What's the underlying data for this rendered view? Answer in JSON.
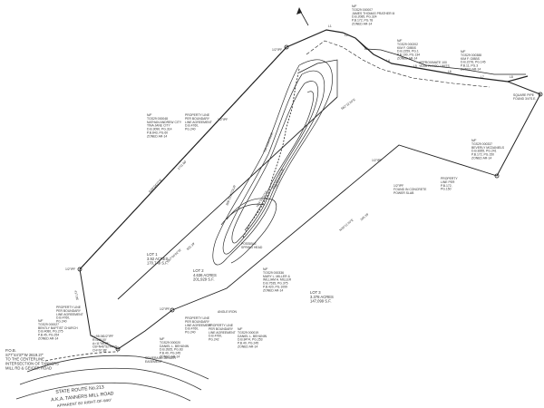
{
  "parcels": {
    "prather": {
      "lines": [
        "N/F",
        "TGS29 000007",
        "JAMES THOMAS PRATHER III",
        "D.B.2085, PG.324",
        "P.B.172, PG.78",
        "ZONED AR-14"
      ]
    },
    "center_owner": {
      "lines": [
        "N/F",
        "TGS29 000202",
        "KIM F. GIBBS",
        "D.B.2259, PG.1",
        "P.B.190, PG.134",
        "ZONED AR-14"
      ]
    },
    "right_owner": {
      "lines": [
        "N/F",
        "TGS29 000388",
        "KIM F. GIBBS",
        "D.B.2276, PG.145",
        "P.B.11, PG.3",
        "ZONED AR-14"
      ]
    },
    "left_owner": {
      "lines": [
        "N/F",
        "TGS29 000048",
        "NATHAN ANDREW CITY",
        "TINA JANE CITY",
        "D.B.3090, PG.314",
        "P.B.843, PG.60",
        "ZONED AR-14"
      ]
    },
    "mcdaniel": {
      "lines": [
        "N/F",
        "TGS29 000337",
        "BEVERLY MCDANIELS",
        "D.B.8355, PG.241",
        "P.B.172, PG.150",
        "ZONED AR-14"
      ]
    },
    "miller": {
      "lines": [
        "N/F",
        "TGS29 000336",
        "MARY L. MILLER &",
        "WILLIAM A. MILLER",
        "D.B.7535, PG.375",
        "P.B.420, PG.1099",
        "ZONED AR-14"
      ]
    },
    "bottom_left": {
      "lines": [
        "N/F",
        "TGS29 000027",
        "BENTLY BAPTIST CHURCH",
        "D.B.4080, PG.275",
        "P.B.45, PG.254",
        "ZONED AR-14"
      ]
    },
    "bottom_mid": {
      "lines": [
        "N/F",
        "TGS29 000020",
        "DANIEL L. BEHUNIN",
        "D.B.3925, PG.83",
        "P.B.40, PG.245",
        "ZONED AR-14"
      ]
    },
    "bottom_right": {
      "lines": [
        "N/F",
        "TGS29 000019",
        "DANIEL L. BEHUNIN",
        "D.B.8474, PG.253",
        "P.B.40, PG.245",
        "ZONED AR-14"
      ]
    }
  },
  "lots": {
    "lot1": {
      "lines": [
        "LOT 1",
        "3.92 ACRES",
        "170,749 S.F."
      ]
    },
    "lot2": {
      "lines": [
        "LOT 2",
        "4.636 ACRES",
        "201,929 S.F."
      ]
    },
    "lot3": {
      "lines": [
        "LOT 3",
        "3.378 ACRES",
        "147,099 S.F."
      ]
    }
  },
  "notes": {
    "flood": [
      "APPROXIMATE 100",
      "YEAR FLOOD LIMITS"
    ],
    "plat_line_1": [
      "PROPERTY LINE",
      "PER BOUNDARY",
      "LINE AGREEMENT",
      "D.B.4760,",
      "PG.240"
    ],
    "plat_line_2": [
      "PROPERTY LINE",
      "PER BOUNDARY",
      "LINE AGREEMENT",
      "D.B.4760,",
      "PG.240"
    ],
    "plat_line_3": [
      "PROPERTY LINE",
      "PER BOUNDARY",
      "LINE AGREEMENT",
      "D.B.4760,",
      "PG.240"
    ],
    "plat_line_4": [
      "PROPERTY LINE",
      "PER BOUNDARY",
      "LINE AGREEMENT",
      "D.B.4760,",
      "PG.242"
    ],
    "pipe_right": [
      "PROPERTY",
      "LINE PER",
      "P.B.172,",
      "PG.150"
    ],
    "square_pipe": [
      "SQUARE PIPE",
      "FOUND 3/4\"S.E."
    ],
    "concrete": [
      "1/2\"IPF",
      "FOUND IN CONCRETE",
      "POWER SLAB"
    ],
    "spring": [
      "POSSIBLE",
      "SPRING HEAD"
    ],
    "angle_iron": "ANGLE IRON",
    "easement": [
      "SEWERAGE-GEIGER",
      "EASEMENT"
    ],
    "ipf_labels": [
      "1/2\"IPF",
      "1/2\"IPF",
      "1/2\"IPF",
      "1/2\"IPF",
      "1/2\"IPF",
      "1/2\"IPF"
    ]
  },
  "curve": [
    "L=98.06'",
    "R=469.00'",
    "Δ=11°58'45\"",
    "CB=N46°52'44\"W",
    "CH=97.88'"
  ],
  "pob": [
    "P.O.B.",
    "S77°44'37\"W 2619.27'",
    "TO THE CENTERLINE",
    "INTERSECTION OF TANNERS",
    "MILL RD & GEIGER ROAD"
  ],
  "road": {
    "line1": "STATE ROUTE No.213",
    "line2": "A.K.A. TANNERS MILL ROAD",
    "line3": "APPARENT 80' RIGHT-OF-WAY"
  },
  "bearings": {
    "b1": "N38°04'27\"E",
    "b2": "S62°11'24\"E",
    "b3": "N34°53'52\"W",
    "b4": "N35°11'20\"E",
    "b5": "S57°04'02\"W"
  },
  "distances": {
    "d1": "1711.00'",
    "d2": "453.10'",
    "d3": "345.35'",
    "d4": "503.19'",
    "d5": "417.96'"
  },
  "line_labels": [
    "L1",
    "L2",
    "L3",
    "L4",
    "L5",
    "L6",
    "L7",
    "L8"
  ],
  "contour_labels": [
    "780 CONTOUR",
    "790 CONTOUR",
    "800 CONTOUR"
  ]
}
